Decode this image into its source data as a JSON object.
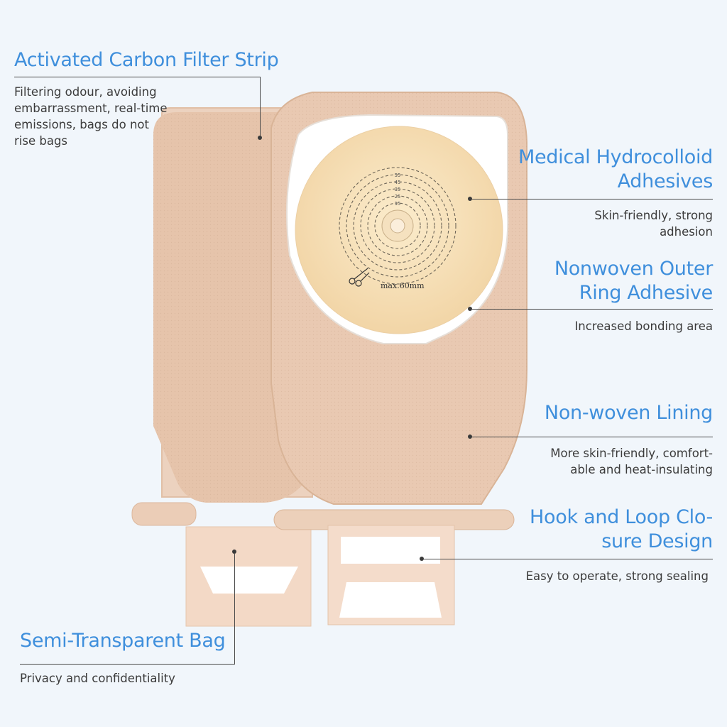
{
  "colors": {
    "heading": "#3f8fdc",
    "body_text": "#3b3b3b",
    "background": "#f1f6fb",
    "pouch_skin": "#e7c8b1",
    "hydrocolloid": "#f6dfb6",
    "ring": "#ffffff"
  },
  "features": [
    {
      "id": "carbon-filter",
      "title": "Activated Carbon Filter Strip",
      "lines": [
        "Filtering odour, avoiding",
        "embarrassment, real-time",
        "emissions, bags do not",
        "rise bags"
      ]
    },
    {
      "id": "hydrocolloid",
      "title_lines": [
        "Medical Hydrocolloid",
        "Adhesives"
      ],
      "lines": [
        "Skin-friendly, strong",
        "adhesion"
      ]
    },
    {
      "id": "outer-ring",
      "title_lines": [
        "Nonwoven Outer",
        "Ring Adhesive"
      ],
      "lines": [
        "Increased bonding area"
      ]
    },
    {
      "id": "lining",
      "title": "Non-woven Lining",
      "lines": [
        "More skin-friendly, comfort-",
        "able and heat-insulating"
      ]
    },
    {
      "id": "closure",
      "title_lines": [
        "Hook and Loop Clo-",
        "sure Design"
      ],
      "lines": [
        "Easy to operate, strong sealing"
      ]
    },
    {
      "id": "semi-transparent",
      "title": "Semi-Transparent Bag",
      "lines": [
        "Privacy and confidentiality"
      ]
    }
  ],
  "flange": {
    "rings": [
      "55",
      "45",
      "35",
      "25",
      "15"
    ],
    "max_label": "max.60mm"
  }
}
